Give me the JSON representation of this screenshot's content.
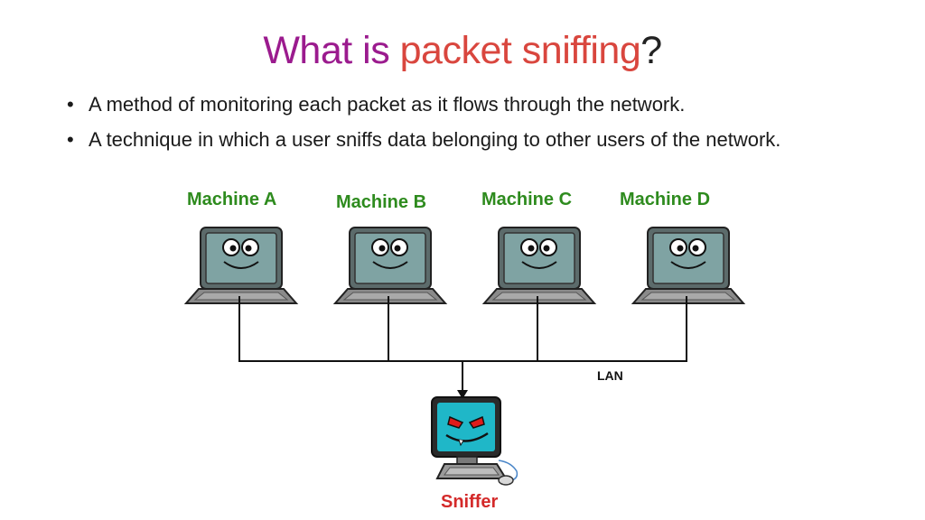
{
  "slide": {
    "title_part1": "What is ",
    "title_part2": "packet sniffing",
    "title_part3": "?",
    "bullets": [
      "A method of monitoring each packet as it flows through the network.",
      "A technique in which a user sniffs data belonging to other users of the network."
    ],
    "bullet_glyph": "•"
  },
  "diagram": {
    "machines": [
      "Machine A",
      "Machine B",
      "Machine C",
      "Machine D"
    ],
    "lan_label": "LAN",
    "sniffer_label": "Sniffer"
  },
  "colors": {
    "title_purple": "#9b1b8e",
    "title_red": "#d9463e",
    "machine_green": "#2e8b1e",
    "sniffer_red": "#d42a2a",
    "screen_gray": "#7fa3a3",
    "screen_cyan": "#1fb7c8"
  }
}
